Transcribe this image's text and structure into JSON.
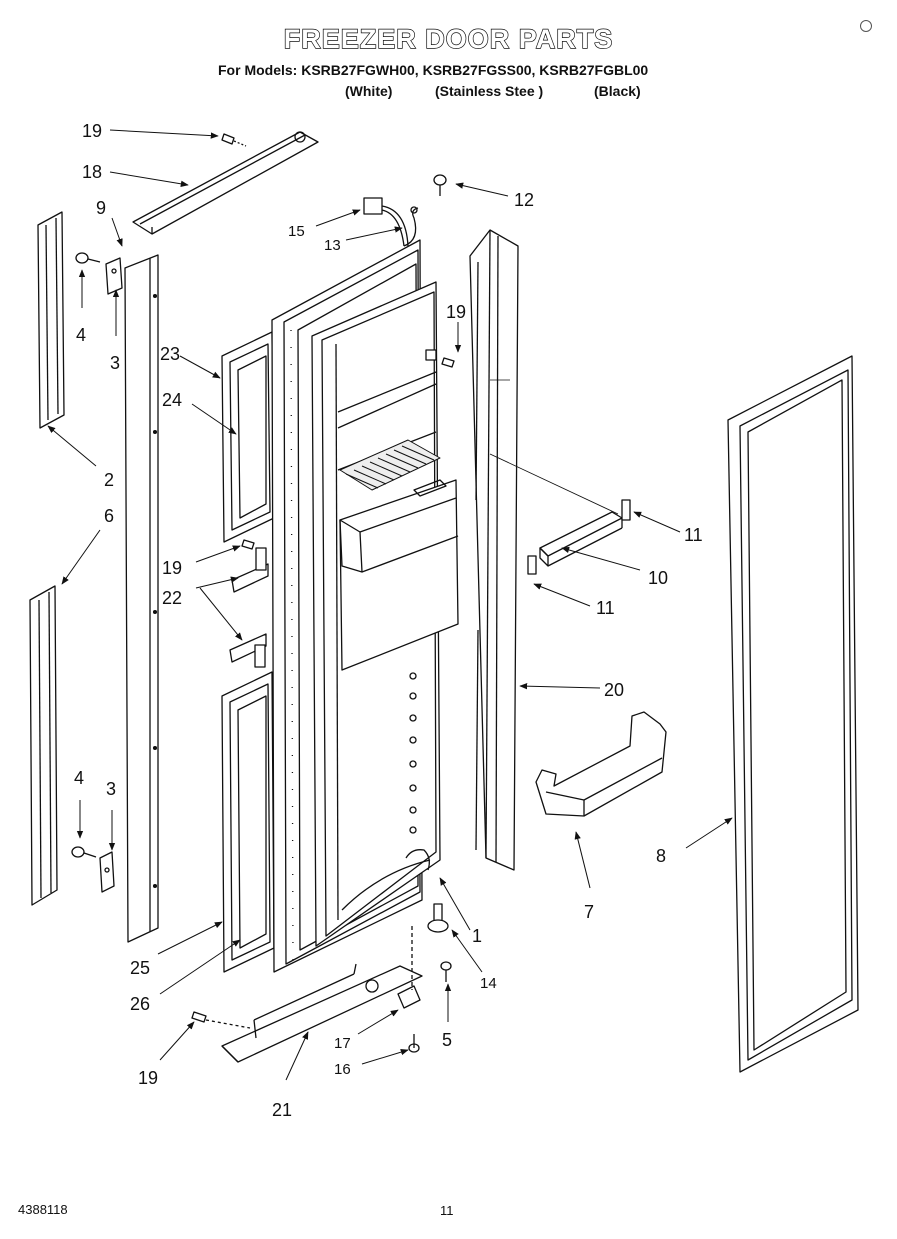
{
  "header": {
    "title": "FREEZER DOOR PARTS",
    "models_line": "For Models: KSRB27FGWH00, KSRB27FGSS00, KSRB27FGBL00",
    "variant_white": "(White)",
    "variant_stainless": "(Stainless Stee )",
    "variant_black": "(Black)"
  },
  "callouts": {
    "c1": "1",
    "c2": "2",
    "c3a": "3",
    "c3b": "3",
    "c4a": "4",
    "c4b": "4",
    "c5": "5",
    "c6": "6",
    "c7": "7",
    "c8": "8",
    "c9": "9",
    "c10": "10",
    "c11a": "11",
    "c11b": "11",
    "c12": "12",
    "c13": "13",
    "c14": "14",
    "c15": "15",
    "c16": "16",
    "c17": "17",
    "c18": "18",
    "c19a": "19",
    "c19b": "19",
    "c19c": "19",
    "c19d": "19",
    "c20": "20",
    "c21": "21",
    "c22": "22",
    "c23": "23",
    "c24": "24",
    "c25": "25",
    "c26": "26"
  },
  "footer": {
    "part_number": "4388118",
    "page_number": "11"
  }
}
